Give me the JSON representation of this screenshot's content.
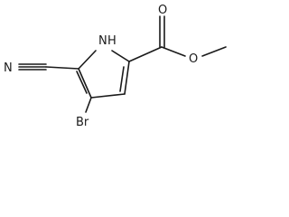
{
  "atoms": {
    "nh": "N",
    "nh_h": "H",
    "nitrile_n": "N",
    "carbonyl_o": "O",
    "ester_o": "O",
    "bromine": "Br"
  }
}
